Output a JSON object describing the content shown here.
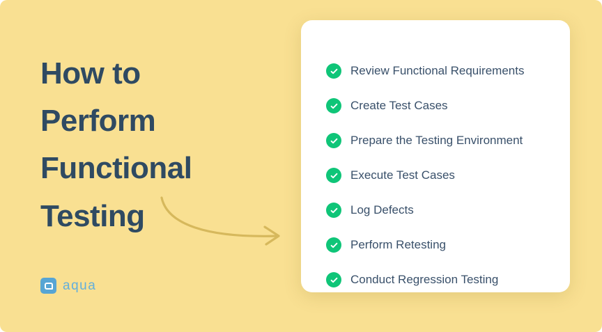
{
  "colors": {
    "background": "#F9E092",
    "card": "#FFFFFF",
    "headline_text": "#2F4A62",
    "list_text": "#39506A",
    "check_green": "#0FC578",
    "arrow_gold": "#D6B85C",
    "logo_blue": "#57A5D4",
    "logo_text_blue": "#63AFDC"
  },
  "headline": {
    "text": "How to\nPerform\nFunctional\nTesting"
  },
  "logo": {
    "name": "aqua",
    "mark_icon": "aqua-logo-mark-icon"
  },
  "decoration": {
    "arrow_icon": "curved-arrow-icon"
  },
  "checklist": {
    "items": [
      {
        "label": "Review Functional Requirements",
        "icon": "check-circle-icon"
      },
      {
        "label": "Create Test Cases",
        "icon": "check-circle-icon"
      },
      {
        "label": "Prepare the Testing Environment",
        "icon": "check-circle-icon"
      },
      {
        "label": "Execute Test Cases",
        "icon": "check-circle-icon"
      },
      {
        "label": "Log Defects",
        "icon": "check-circle-icon"
      },
      {
        "label": "Perform Retesting",
        "icon": "check-circle-icon"
      },
      {
        "label": "Conduct Regression Testing",
        "icon": "check-circle-icon"
      }
    ]
  }
}
